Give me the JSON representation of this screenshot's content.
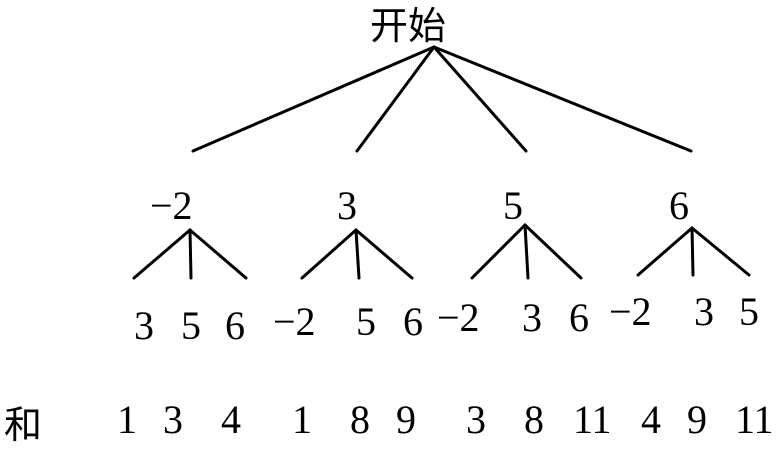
{
  "root": "开始",
  "first_picks": [
    "−2",
    "3",
    "5",
    "6"
  ],
  "second_picks": [
    [
      "3",
      "5",
      "6"
    ],
    [
      "−2",
      "5",
      "6"
    ],
    [
      "−2",
      "3",
      "6"
    ],
    [
      "−2",
      "3",
      "5"
    ]
  ],
  "sum_label": "和",
  "sums": [
    [
      "1",
      "3",
      "4"
    ],
    [
      "1",
      "8",
      "9"
    ],
    [
      "3",
      "8",
      "11"
    ],
    [
      "4",
      "9",
      "11"
    ]
  ]
}
